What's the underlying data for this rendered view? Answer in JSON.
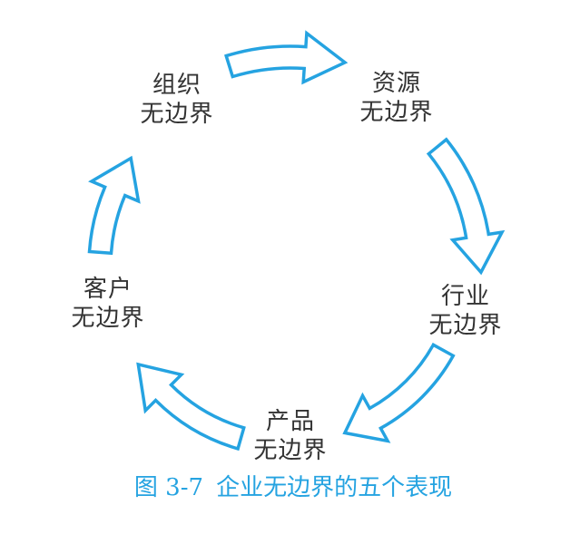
{
  "figure": {
    "nodes": [
      {
        "id": "organization",
        "line1": "组织",
        "line2": "无边界"
      },
      {
        "id": "resources",
        "line1": "资源",
        "line2": "无边界"
      },
      {
        "id": "industry",
        "line1": "行业",
        "line2": "无边界"
      },
      {
        "id": "product",
        "line1": "产品",
        "line2": "无边界"
      },
      {
        "id": "customer",
        "line1": "客户",
        "line2": "无边界"
      }
    ],
    "caption": {
      "label": "图 3-7",
      "title": "企业无边界的五个表现"
    },
    "colors": {
      "arrow": "#25A3E1",
      "caption_text": "#25A3E1",
      "node_text": "#333333",
      "background": "#ffffff"
    }
  }
}
